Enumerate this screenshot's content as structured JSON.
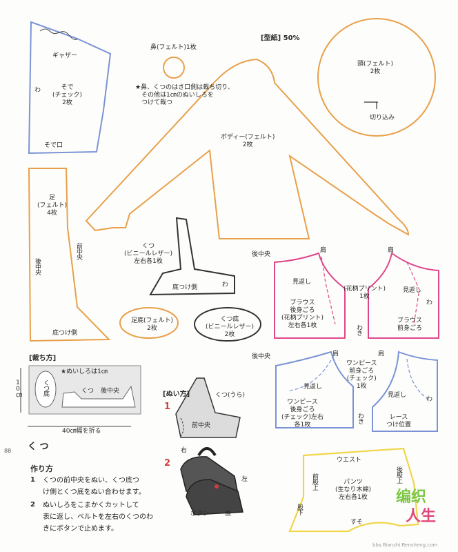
{
  "scale_label": "[型紙] 50%",
  "pieces": {
    "sleeve": {
      "gather": "ギャザー",
      "wa": "わ",
      "name": "そで\n(チェック)\n2枚",
      "cuff": "そで口"
    },
    "nose": {
      "name": "鼻(フェルト)1枚"
    },
    "note": "★鼻、くつのはき口側は裁ち切り、\n　その他は1㎝のぬいしろを\n　つけて裁つ",
    "head": {
      "name": "頭(フェルト)\n2枚",
      "cut": "切り込み"
    },
    "body": {
      "name": "ボディー(フェルト)\n2枚"
    },
    "leg": {
      "name": "足\n(フェルト)\n4枚",
      "front_center": "前中央",
      "back_center": "後中央",
      "sole_side": "底つけ側"
    },
    "shoe": {
      "name": "くつ\n(ビニールレザー)\n左右各1枚",
      "sole_side": "底つけ側",
      "wa": "わ"
    },
    "sole_felt": {
      "name": "足底(フェルト)\n2枚"
    },
    "sole_vinyl": {
      "name": "くつ底\n(ビニールレザー)\n2枚"
    },
    "blouse_back": {
      "back_center": "後中央",
      "shoulder": "肩",
      "facing": "見返し",
      "name": "ブラウス\n後身ごろ\n(花柄プリント)\n左右各1枚",
      "side": "わき"
    },
    "blouse_front": {
      "shoulder": "肩",
      "print": "(花柄プリント)\n1枚",
      "facing": "見返し",
      "wa": "わ",
      "name": "ブラウス\n前身ごろ"
    },
    "dress_back": {
      "back_center": "後中央",
      "shoulder": "肩",
      "facing": "見返し",
      "name": "ワンピース\n後身ごろ\n(チェック)左右\n各1枚",
      "side": "わき"
    },
    "dress_front": {
      "shoulder": "肩",
      "name": "ワンピース\n前身ごろ\n(チェック)\n1枚",
      "facing": "見返し",
      "wa": "わ",
      "lace": "レース\nつけ位置"
    },
    "pants": {
      "waist": "ウエスト",
      "front_rise": "前股上",
      "back_rise": "後股上",
      "name": "パンツ\n(生なり木綿)\n左右各1枚",
      "inseam": "股下",
      "hem": "すそ"
    }
  },
  "cutting": {
    "title": "[裁ち方]",
    "seam": "★ぬいしろは1㎝",
    "height": "10㎝",
    "sole": "くつ底",
    "shoe": "くつ",
    "front_center": "後中央",
    "width": "40㎝幅を折る"
  },
  "sewing": {
    "title": "[ぬい方]",
    "step1": "1",
    "inside": "くつ(うら)",
    "front_center": "前中央",
    "step2": "2",
    "right": "右",
    "left": "左",
    "button": "ボタン",
    "sole": "底"
  },
  "page_number": "88",
  "section_title": "く つ",
  "howto_title": "作り方",
  "instructions": [
    {
      "num": "1",
      "text": "くつの前中央をぬい、くつ底つ\nけ側とくつ底をぬい合わせます。"
    },
    {
      "num": "2",
      "text": "ぬいしろをこまかくカットして\n表に返し、ベルトを左右のくつのわ\nきにボタンで止めます。"
    }
  ],
  "watermark": {
    "a": "编织",
    "b": "人生",
    "url": "bbs.Bianzhi Rensheng.com"
  },
  "colors": {
    "orange": "#e8a04a",
    "blue": "#7b93d6",
    "pink": "#e0468a",
    "yellow": "#f1d54a",
    "dark": "#333333"
  }
}
